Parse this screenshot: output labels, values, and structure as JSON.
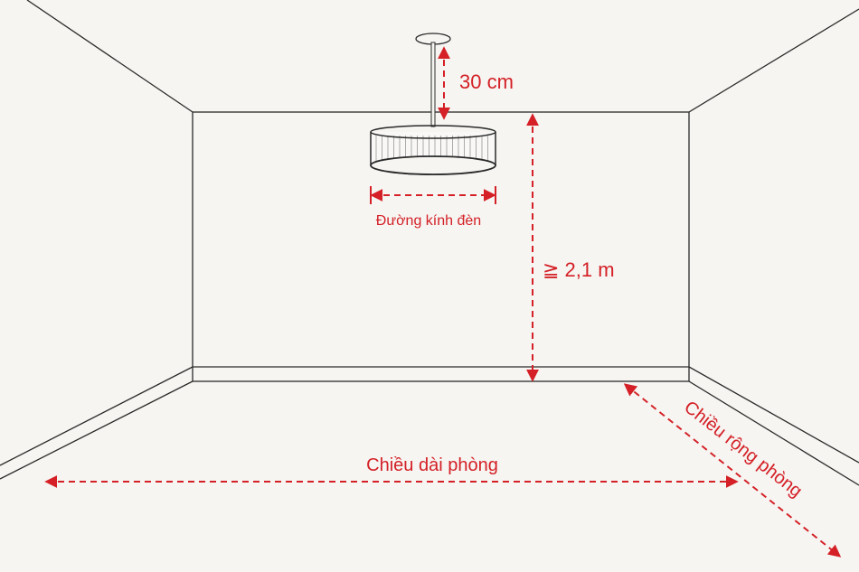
{
  "labels": {
    "hanging_distance": "30 cm",
    "lamp_diameter": "Đường kính đèn",
    "ceiling_height": "≧ 2,1 m",
    "room_length": "Chiều dài phòng",
    "room_width": "Chiều rộng phòng"
  },
  "colors": {
    "accent": "#d42026",
    "line": "#2a2a2a",
    "background": "#f6f5f2"
  },
  "icons": [
    "pendant-lamp-icon"
  ]
}
